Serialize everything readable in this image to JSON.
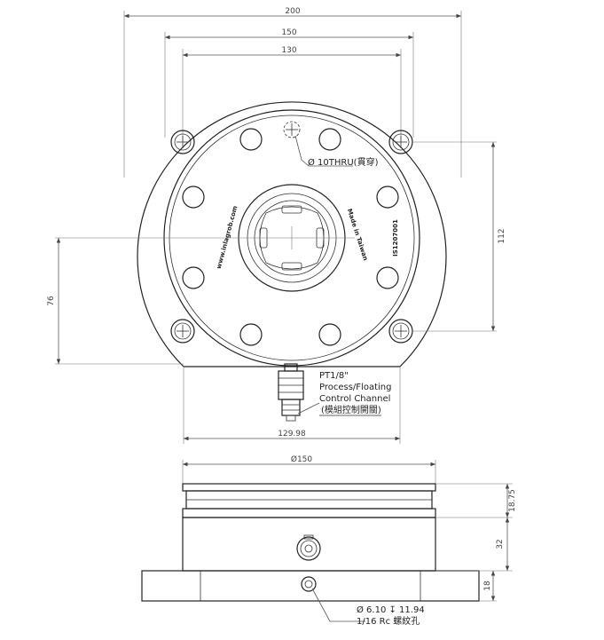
{
  "top_view": {
    "dims": {
      "width_200": "200",
      "width_150": "150",
      "width_130": "130",
      "height_112": "112",
      "height_76": "76",
      "width_129_98": "129.98"
    },
    "hole_callout": "Ø 10THRU(貫穿)",
    "port_note": {
      "line1": "PT1/8\"",
      "line2": "Process/Floating",
      "line3": "Control Channel",
      "line4": "(模組控制開關)"
    },
    "markings": {
      "url": "www.inlagrob.com",
      "made_in": "Made in Taiwan",
      "serial": "IS1207001"
    }
  },
  "side_view": {
    "dims": {
      "diameter_150": "Ø150",
      "height_18_75": "18.75",
      "height_32": "32",
      "height_18": "18"
    },
    "port_callout": {
      "line1": "Ø 6.10 ↧ 11.94",
      "line2": "1/16 Rc 螺紋孔"
    }
  },
  "colors": {
    "line": "#222222",
    "dimension": "#555555",
    "background": "#ffffff"
  }
}
